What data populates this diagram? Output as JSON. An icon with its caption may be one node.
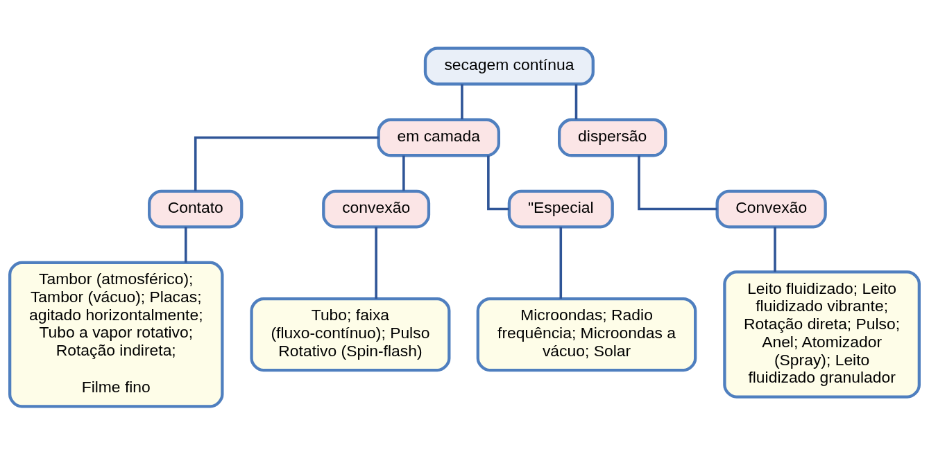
{
  "diagram": {
    "nodes": [
      {
        "text": [
          "secagem contínua"
        ]
      },
      {
        "text": [
          "em camada"
        ]
      },
      {
        "text": [
          "dispersão"
        ]
      },
      {
        "text": [
          "Contato"
        ]
      },
      {
        "text": [
          "convexão"
        ]
      },
      {
        "text": [
          "\"Especial"
        ]
      },
      {
        "text": [
          "Convexão"
        ]
      },
      {
        "text": [
          "Tambor (atmosférico); Tambor (vácuo); Placas; agitado horizontalmente; Tubo a vapor rotativo; Rotação indireta;",
          "Filme fino"
        ]
      },
      {
        "text": [
          "Tubo; faixa (fluxo-contínuo); Pulso Rotativo (Spin-flash)"
        ]
      },
      {
        "text": [
          "Microondas; Radio frequência; Microondas a vácuo; Solar"
        ]
      },
      {
        "text": [
          "Leito fluidizado; Leito fluidizado vibrante; Rotação direta; Pulso; Anel; Atomizador (Spray); Leito fluidizado granulador"
        ]
      }
    ],
    "edges": [
      {
        "from": 0,
        "to": 1,
        "arrow": "none"
      },
      {
        "from": 0,
        "to": 2,
        "arrow": "none"
      },
      {
        "from": 1,
        "to": 3,
        "arrow": "none"
      },
      {
        "from": 1,
        "to": 4,
        "arrow": "none"
      },
      {
        "from": 1,
        "to": 5,
        "arrow": "none"
      },
      {
        "from": 2,
        "to": 6,
        "arrow": "none"
      },
      {
        "from": 3,
        "to": 7,
        "arrow": "none"
      },
      {
        "from": 4,
        "to": 8,
        "arrow": "none"
      },
      {
        "from": 5,
        "to": 9,
        "arrow": "none"
      },
      {
        "from": 6,
        "to": 10,
        "arrow": "none"
      }
    ]
  }
}
